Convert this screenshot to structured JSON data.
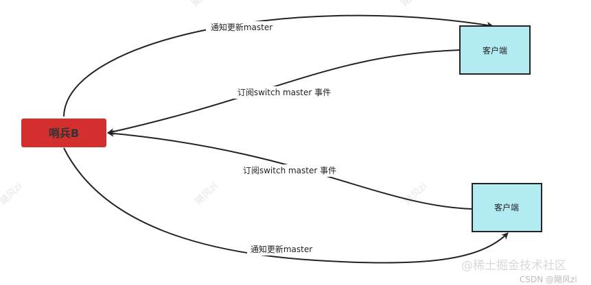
{
  "nodes": {
    "sentinel": {
      "label": "哨兵B",
      "fill": "#d32f2f"
    },
    "client_top": {
      "label": "客户端",
      "fill": "#b2ebf2"
    },
    "client_bottom": {
      "label": "客户端",
      "fill": "#b2ebf2"
    }
  },
  "edges": [
    {
      "from": "sentinel",
      "to": "client_top",
      "label": "通知更新master"
    },
    {
      "from": "client_top",
      "to": "sentinel",
      "label": "订阅switch master 事件"
    },
    {
      "from": "client_bottom",
      "to": "sentinel",
      "label": "订阅switch master 事件"
    },
    {
      "from": "sentinel",
      "to": "client_bottom",
      "label": "通知更新master"
    }
  ],
  "watermarks": {
    "repeat": "飓风zi",
    "corner": "@稀土掘金技术社区",
    "csdn": "CSDN @飓风zi"
  }
}
